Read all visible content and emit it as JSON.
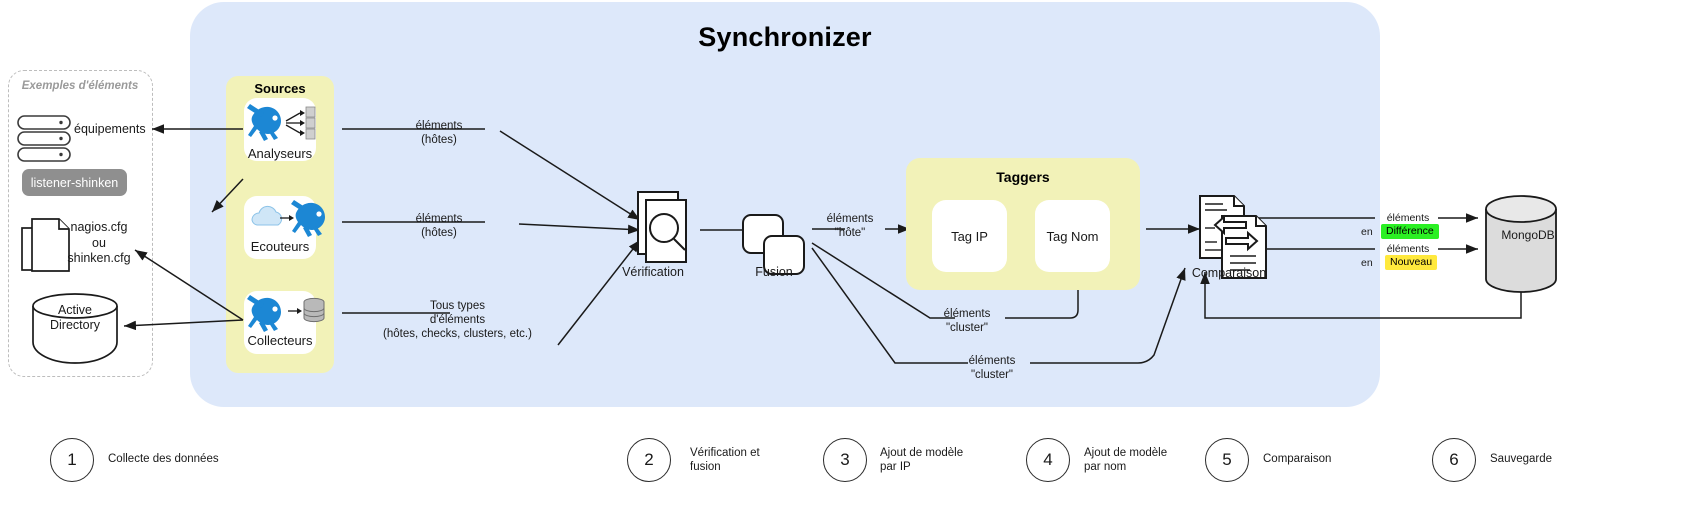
{
  "diagram": {
    "title": "Synchronizer",
    "examples_panel": {
      "title": "Exemples d'éléments",
      "items": [
        {
          "icon": "servers-icon",
          "label": "équipements"
        },
        {
          "icon": "pill-tag",
          "label": "listener-shinken"
        },
        {
          "icon": "documents-icon",
          "label": "nagios.cfg\nou\nshinken.cfg"
        },
        {
          "icon": "database-cylinder-icon",
          "label": "Active\nDirectory"
        }
      ],
      "cfg_label_lines": [
        "nagios.cfg",
        "ou",
        "shinken.cfg"
      ],
      "ad_label_lines": [
        "Active",
        "Directory"
      ]
    },
    "sources": {
      "title": "Sources",
      "cards": [
        {
          "icon": "ninja-parser-icon",
          "label": "Analyseurs"
        },
        {
          "icon": "cloud-listener-icon",
          "label": "Ecouteurs"
        },
        {
          "icon": "ninja-collector-icon",
          "label": "Collecteurs"
        }
      ]
    },
    "flow_labels": {
      "analyseurs_out": [
        "éléments",
        "(hôtes)"
      ],
      "ecouteurs_out": [
        "éléments",
        "(hôtes)"
      ],
      "collecteurs_out": [
        "Tous types",
        "d'éléments",
        "(hôtes, checks, clusters, etc.)"
      ],
      "fusion_to_taggers": [
        "éléments",
        "\"hôte\""
      ],
      "cluster_to_tagnom": [
        "éléments",
        "\"cluster\""
      ],
      "cluster_to_comparaison": [
        "éléments",
        "\"cluster\""
      ]
    },
    "nodes": {
      "verification": {
        "label": "Vérification",
        "icon": "documents-magnifier-icon"
      },
      "fusion": {
        "label": "Fusion",
        "icon": "stacked-squares-icon"
      },
      "comparaison": {
        "label": "Comparaison",
        "icon": "compare-documents-icon"
      }
    },
    "taggers": {
      "title": "Taggers",
      "cards": [
        {
          "label": "Tag IP"
        },
        {
          "label": "Tag Nom"
        }
      ]
    },
    "outputs": [
      {
        "prefix": "éléments",
        "en": "en",
        "badge": "Différence",
        "badge_color": "#2bf023"
      },
      {
        "prefix": "éléments",
        "en": "en",
        "badge": "Nouveau",
        "badge_color": "#ffe93d"
      }
    ],
    "database": {
      "label": "MongoDB",
      "icon": "database-cylinder-icon"
    },
    "steps": [
      {
        "number": "1",
        "label": "Collecte des données"
      },
      {
        "number": "2",
        "label": "Vérification et\nfusion",
        "lines": [
          "Vérification et",
          "fusion"
        ]
      },
      {
        "number": "3",
        "label": "Ajout de modèle\npar IP",
        "lines": [
          "Ajout de modèle",
          "par IP"
        ]
      },
      {
        "number": "4",
        "label": "Ajout de modèle\npar nom",
        "lines": [
          "Ajout de modèle",
          "par nom"
        ]
      },
      {
        "number": "5",
        "label": "Comparaison",
        "lines": [
          "Comparaison"
        ]
      },
      {
        "number": "6",
        "label": "Sauvegarde",
        "lines": [
          "Sauvegarde"
        ]
      }
    ],
    "colors": {
      "panel_blue": "#dde8fa",
      "group_yellow": "#f2f2b8",
      "pill_gray": "#8f8f8f",
      "mongo_gray": "#dcdcdc",
      "badge_green": "#2bf023",
      "badge_yellow": "#ffe93d"
    }
  }
}
